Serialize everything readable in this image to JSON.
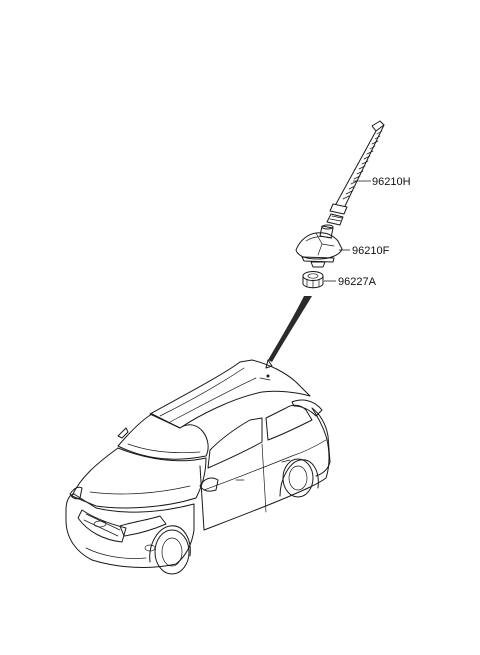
{
  "diagram": {
    "parts": [
      {
        "number": "96210H",
        "name": "antenna-mast"
      },
      {
        "number": "96210F",
        "name": "antenna-base"
      },
      {
        "number": "96227A",
        "name": "antenna-nut"
      }
    ]
  },
  "colors": {
    "ink": "#1a1a1a",
    "background": "#ffffff",
    "cable": "#2b2b2b"
  }
}
